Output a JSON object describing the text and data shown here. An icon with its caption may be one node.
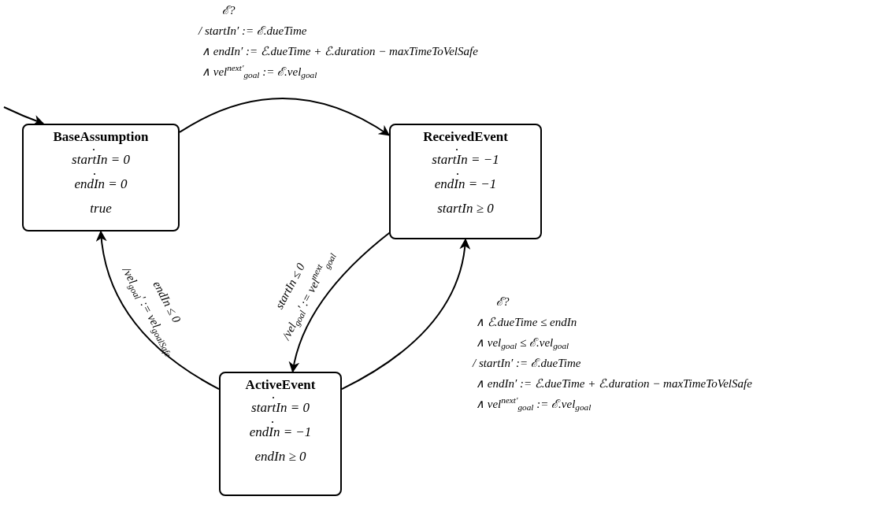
{
  "diagram": {
    "nodes": [
      {
        "text": [
          "BaseAssumption",
          "startIn = 0",
          "endIn = 0",
          "true"
        ]
      },
      {
        "text": [
          "ReceivedEvent",
          "startIn = −1",
          "endIn = −1",
          "startIn ≥ 0"
        ]
      },
      {
        "text": [
          "ActiveEvent",
          "startIn = 0",
          "endIn = −1",
          "endIn ≥ 0"
        ]
      }
    ],
    "edges": [
      {
        "from": null,
        "to": 0,
        "arrow": "to"
      },
      {
        "from": 0,
        "to": 1,
        "arrow": "to",
        "label": "ℰ? / startIn′ := ℰ.dueTime ∧ endIn′ := ℰ.dueTime + ℰ.duration − maxTimeToVelSafe ∧ vel$^{next′}$$_{goal}$ := ℰ.vel$_{goal}$"
      },
      {
        "from": 1,
        "to": 2,
        "arrow": "to",
        "label": "startIn ≤ 0 /vel$_{goal}$′ := vel$^{next}$$_{goal}$"
      },
      {
        "from": 2,
        "to": 0,
        "arrow": "to",
        "label": "endIn ≤ 0 /vel$_{goal}$′ := vel$_{goalSafe}$"
      },
      {
        "from": 2,
        "to": 1,
        "arrow": "to",
        "label": "ℰ? ∧ ℰ.dueTime ≤ endIn ∧ vel$_{goal}$ ≤ ℰ.vel$_{goal}$ / startIn′ := ℰ.dueTime ∧ endIn′ := ℰ.dueTime + ℰ.duration − maxTimeToVelSafe ∧ vel$^{next′}$$_{goal}$ := ℰ.vel$_{goal}$"
      }
    ]
  }
}
